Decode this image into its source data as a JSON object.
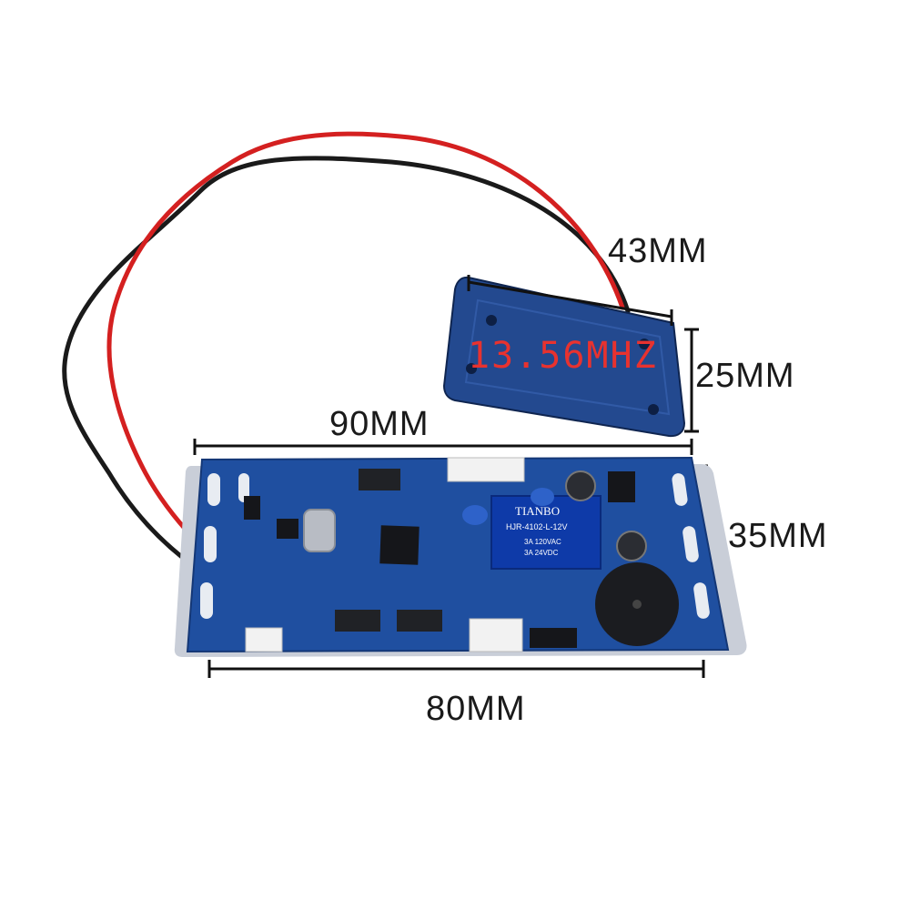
{
  "dimensions": {
    "reader_width": "43MM",
    "reader_height": "25MM",
    "board_total_width": "90MM",
    "board_height": "35MM",
    "board_hole_spacing": "80MM"
  },
  "reader": {
    "frequency": "13.56MHZ"
  },
  "relay": {
    "brand": "TIANBO",
    "model": "HJR-4102-L-12V",
    "rating_1": "3A 120VAC",
    "rating_2": "3A 24VDC"
  },
  "colors": {
    "pcb_blue": "#1f4fa0",
    "reader_blue": "#23498f",
    "wire_red": "#d42020",
    "wire_black": "#1a1a1a",
    "frequency_red": "#e8322f"
  }
}
